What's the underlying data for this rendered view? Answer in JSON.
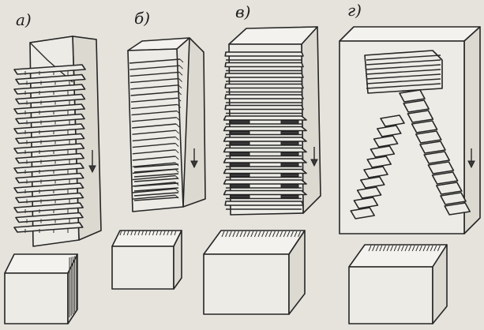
{
  "panels": [
    {
      "id": "a",
      "label": "а)"
    },
    {
      "id": "b",
      "label": "б)"
    },
    {
      "id": "v",
      "label": "в)"
    },
    {
      "id": "g",
      "label": "г)"
    }
  ]
}
